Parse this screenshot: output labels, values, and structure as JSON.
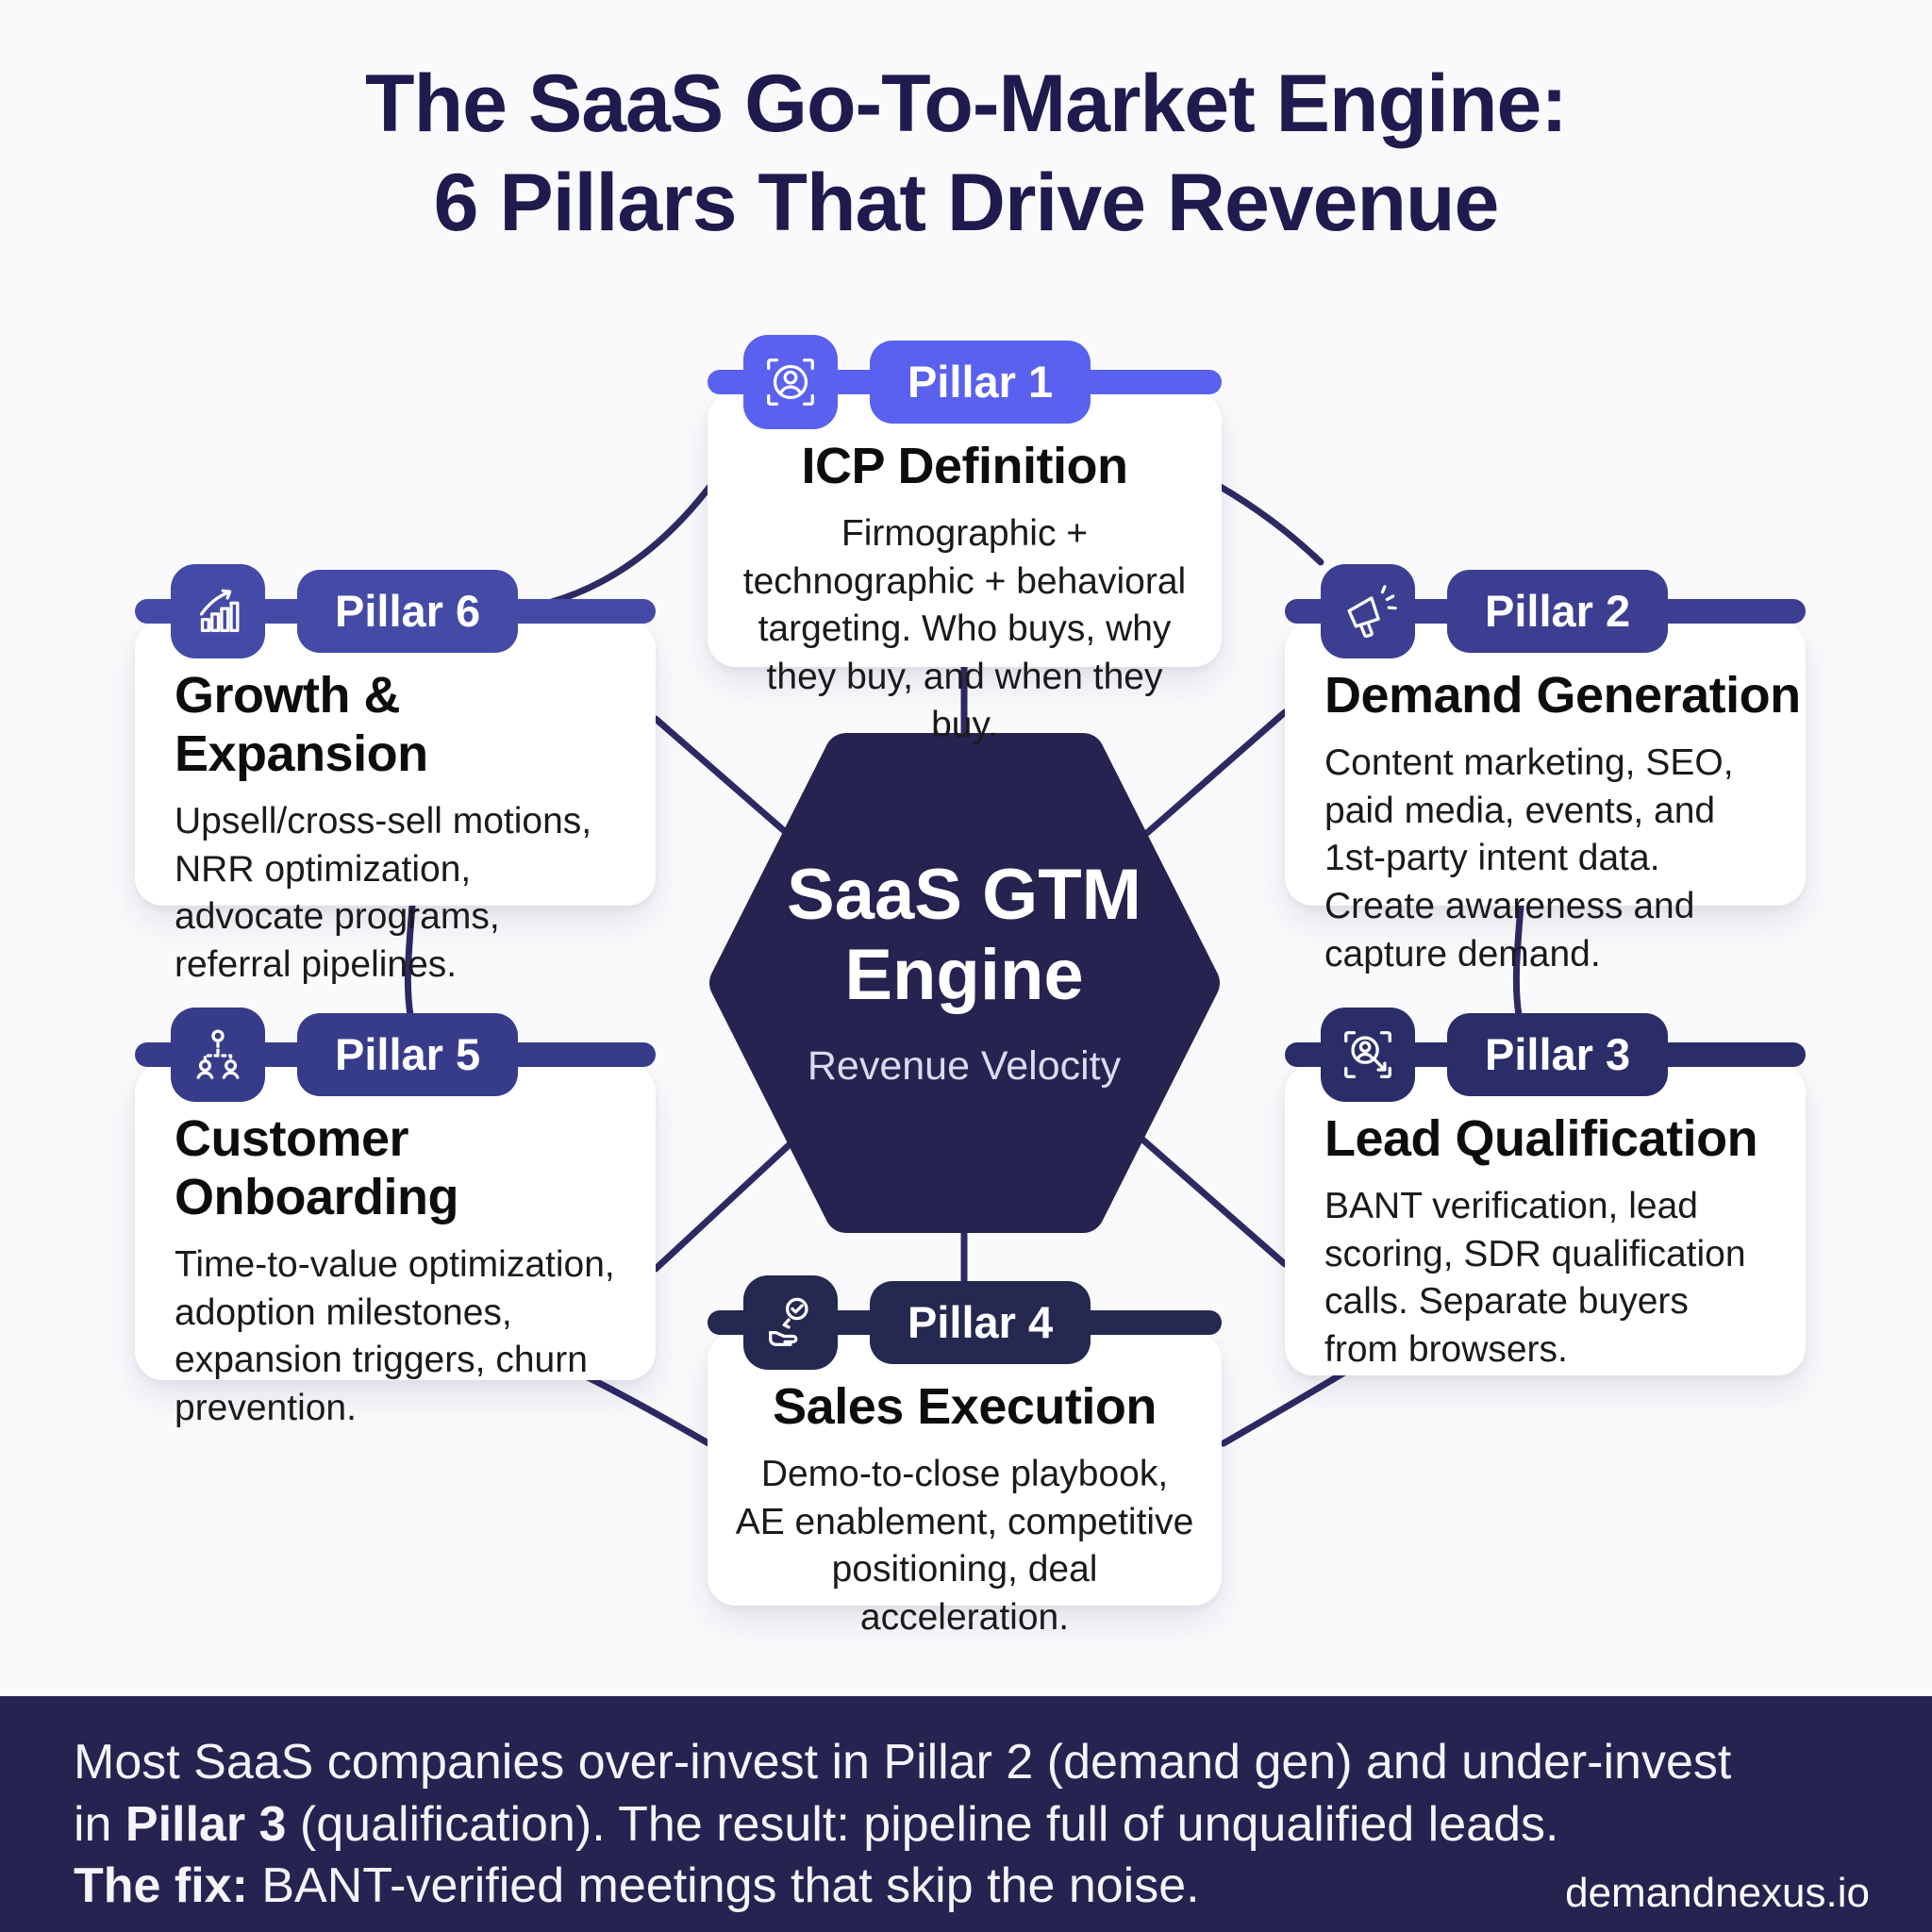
{
  "title": {
    "line1": "The SaaS Go-To-Market Engine:",
    "line2": "6 Pillars That Drive Revenue"
  },
  "center": {
    "title_line1": "SaaS GTM",
    "title_line2": "Engine",
    "subtitle": "Revenue Velocity"
  },
  "pillars": [
    {
      "badge": "Pillar 1",
      "icon": "icp-target-user-icon",
      "title": "ICP Definition",
      "body": "Firmographic + technographic + behavioral targeting. Who buys, why they buy, and when they buy.",
      "accent": "#5a61ee"
    },
    {
      "badge": "Pillar 2",
      "icon": "megaphone-icon",
      "title": "Demand Generation",
      "body": "Content marketing, SEO, paid media, events, and 1st-party intent data. Create awareness and capture demand.",
      "accent": "#3c3f91"
    },
    {
      "badge": "Pillar 3",
      "icon": "lead-search-user-icon",
      "title": "Lead Qualification",
      "body": "BANT verification, lead scoring, SDR qualification calls. Separate buyers from browsers.",
      "accent": "#2a2d68"
    },
    {
      "badge": "Pillar 4",
      "icon": "hand-check-icon",
      "title": "Sales Execution",
      "body": "Demo-to-close playbook, AE enablement, competitive positioning, deal acceleration.",
      "accent": "#252850"
    },
    {
      "badge": "Pillar 5",
      "icon": "org-chart-people-icon",
      "title": "Customer Onboarding",
      "body": "Time-to-value optimization, adoption milestones, expansion triggers, churn prevention.",
      "accent": "#373c8a"
    },
    {
      "badge": "Pillar 6",
      "icon": "growth-chart-icon",
      "title": "Growth & Expansion",
      "body": "Upsell/cross-sell motions, NRR optimization, advocate programs, referral pipelines.",
      "accent": "#444ba6"
    }
  ],
  "footer": {
    "line1": "Most SaaS companies over-invest in Pillar 2 (demand gen) and under-invest",
    "line2_pre": "in ",
    "line2_bold": "Pillar 3",
    "line2_post": " (qualification). The result: pipeline full of unqualified leads.",
    "line3_bold": "The fix:",
    "line3_post": " BANT-verified meetings that skip the noise.",
    "brand": "demandnexus.io"
  },
  "colors": {
    "background": "#fafafc",
    "title_text": "#1f1b4e",
    "connector": "#2d2a63",
    "hexagon": "#262350",
    "footer_background": "#262350"
  }
}
